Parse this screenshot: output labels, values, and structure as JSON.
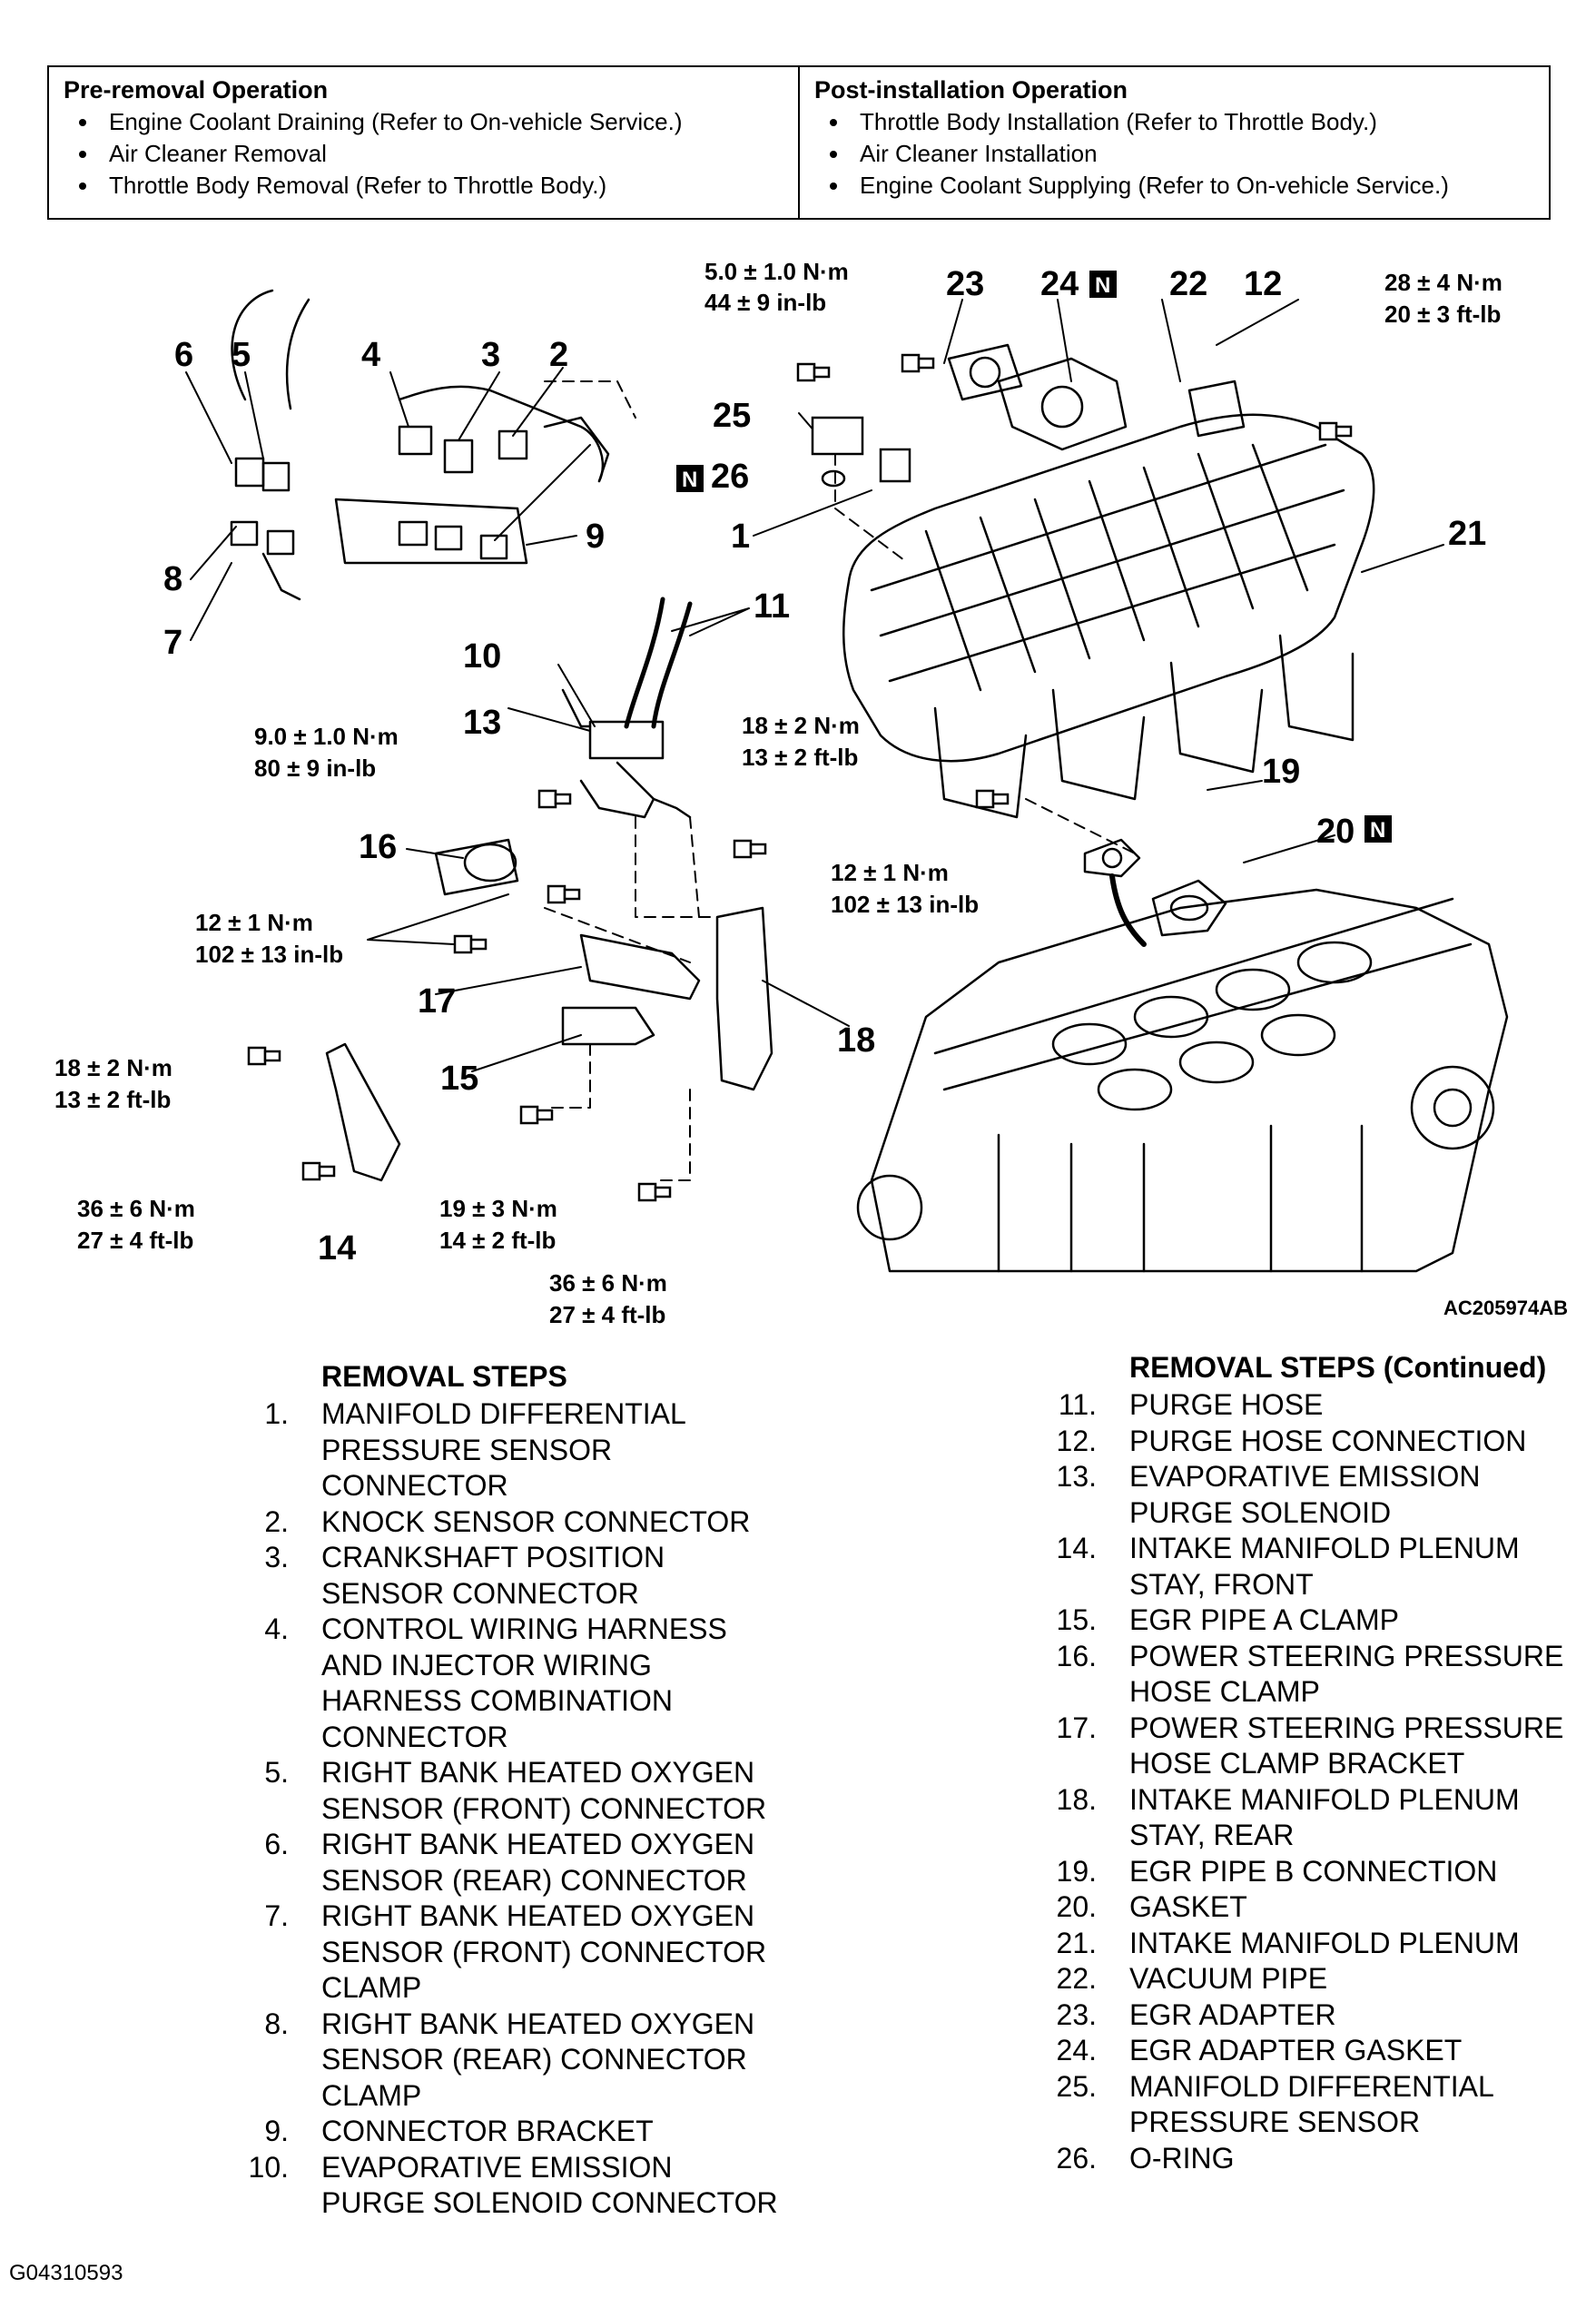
{
  "pre_removal": {
    "title": "Pre-removal Operation",
    "items": [
      "Engine Coolant Draining (Refer to On-vehicle Service.)",
      "Air Cleaner Removal",
      "Throttle Body Removal (Refer to Throttle Body.)"
    ]
  },
  "post_installation": {
    "title": "Post-installation Operation",
    "items": [
      "Throttle Body Installation (Refer to Throttle Body.)",
      "Air Cleaner Installation",
      "Engine Coolant Supplying (Refer to On-vehicle Service.)"
    ]
  },
  "diagram": {
    "callouts": [
      "1",
      "2",
      "3",
      "4",
      "5",
      "6",
      "7",
      "8",
      "9",
      "10",
      "11",
      "12",
      "13",
      "14",
      "15",
      "16",
      "17",
      "18",
      "19",
      "20",
      "21",
      "22",
      "23",
      "24",
      "25",
      "26"
    ],
    "torques": [
      {
        "nm": "5.0 ± 1.0 N·m",
        "imp": "44 ± 9 in-lb"
      },
      {
        "nm": "28 ± 4 N·m",
        "imp": "20 ± 3 ft-lb"
      },
      {
        "nm": "9.0 ± 1.0 N·m",
        "imp": "80 ± 9 in-lb"
      },
      {
        "nm": "18 ± 2 N·m",
        "imp": "13 ± 2 ft-lb"
      },
      {
        "nm": "12 ± 1 N·m",
        "imp": "102 ± 13 in-lb"
      },
      {
        "nm": "12 ± 1 N·m",
        "imp": "102 ± 13 in-lb"
      },
      {
        "nm": "18 ± 2 N·m",
        "imp": "13 ± 2 ft-lb"
      },
      {
        "nm": "36 ± 6 N·m",
        "imp": "27 ± 4 ft-lb"
      },
      {
        "nm": "19 ± 3 N·m",
        "imp": "14 ± 2 ft-lb"
      },
      {
        "nm": "36 ± 6 N·m",
        "imp": "27 ± 4 ft-lb"
      }
    ],
    "n_mark": "N",
    "figure_code": "AC205974AB"
  },
  "removal_steps": {
    "title": "REMOVAL STEPS",
    "title_continued": "REMOVAL STEPS (Continued)",
    "left": [
      {
        "n": "1.",
        "t": "MANIFOLD DIFFERENTIAL\nPRESSURE SENSOR\nCONNECTOR"
      },
      {
        "n": "2.",
        "t": "KNOCK SENSOR CONNECTOR"
      },
      {
        "n": "3.",
        "t": "CRANKSHAFT POSITION\nSENSOR CONNECTOR"
      },
      {
        "n": "4.",
        "t": "CONTROL WIRING HARNESS\nAND INJECTOR WIRING\nHARNESS COMBINATION\nCONNECTOR"
      },
      {
        "n": "5.",
        "t": "RIGHT BANK HEATED OXYGEN\nSENSOR (FRONT) CONNECTOR"
      },
      {
        "n": "6.",
        "t": "RIGHT BANK HEATED OXYGEN\nSENSOR (REAR) CONNECTOR"
      },
      {
        "n": "7.",
        "t": "RIGHT BANK HEATED OXYGEN\nSENSOR (FRONT) CONNECTOR\nCLAMP"
      },
      {
        "n": "8.",
        "t": "RIGHT BANK HEATED OXYGEN\nSENSOR (REAR) CONNECTOR\nCLAMP"
      },
      {
        "n": "9.",
        "t": "CONNECTOR BRACKET"
      },
      {
        "n": "10.",
        "t": "EVAPORATIVE EMISSION\nPURGE SOLENOID CONNECTOR"
      }
    ],
    "right": [
      {
        "n": "11.",
        "t": "PURGE HOSE"
      },
      {
        "n": "12.",
        "t": "PURGE HOSE CONNECTION"
      },
      {
        "n": "13.",
        "t": "EVAPORATIVE EMISSION\nPURGE SOLENOID"
      },
      {
        "n": "14.",
        "t": "INTAKE MANIFOLD PLENUM\nSTAY, FRONT"
      },
      {
        "n": "15.",
        "t": "EGR PIPE A CLAMP"
      },
      {
        "n": "16.",
        "t": "POWER STEERING PRESSURE\nHOSE CLAMP"
      },
      {
        "n": "17.",
        "t": "POWER STEERING PRESSURE\nHOSE CLAMP BRACKET"
      },
      {
        "n": "18.",
        "t": "INTAKE MANIFOLD PLENUM\nSTAY, REAR"
      },
      {
        "n": "19.",
        "t": "EGR PIPE B CONNECTION"
      },
      {
        "n": "20.",
        "t": "GASKET"
      },
      {
        "n": "21.",
        "t": "INTAKE MANIFOLD PLENUM"
      },
      {
        "n": "22.",
        "t": "VACUUM PIPE"
      },
      {
        "n": "23.",
        "t": "EGR ADAPTER"
      },
      {
        "n": "24.",
        "t": "EGR ADAPTER GASKET"
      },
      {
        "n": "25.",
        "t": "MANIFOLD DIFFERENTIAL\nPRESSURE SENSOR"
      },
      {
        "n": "26.",
        "t": "O-RING"
      }
    ]
  },
  "page_code": "G04310593"
}
